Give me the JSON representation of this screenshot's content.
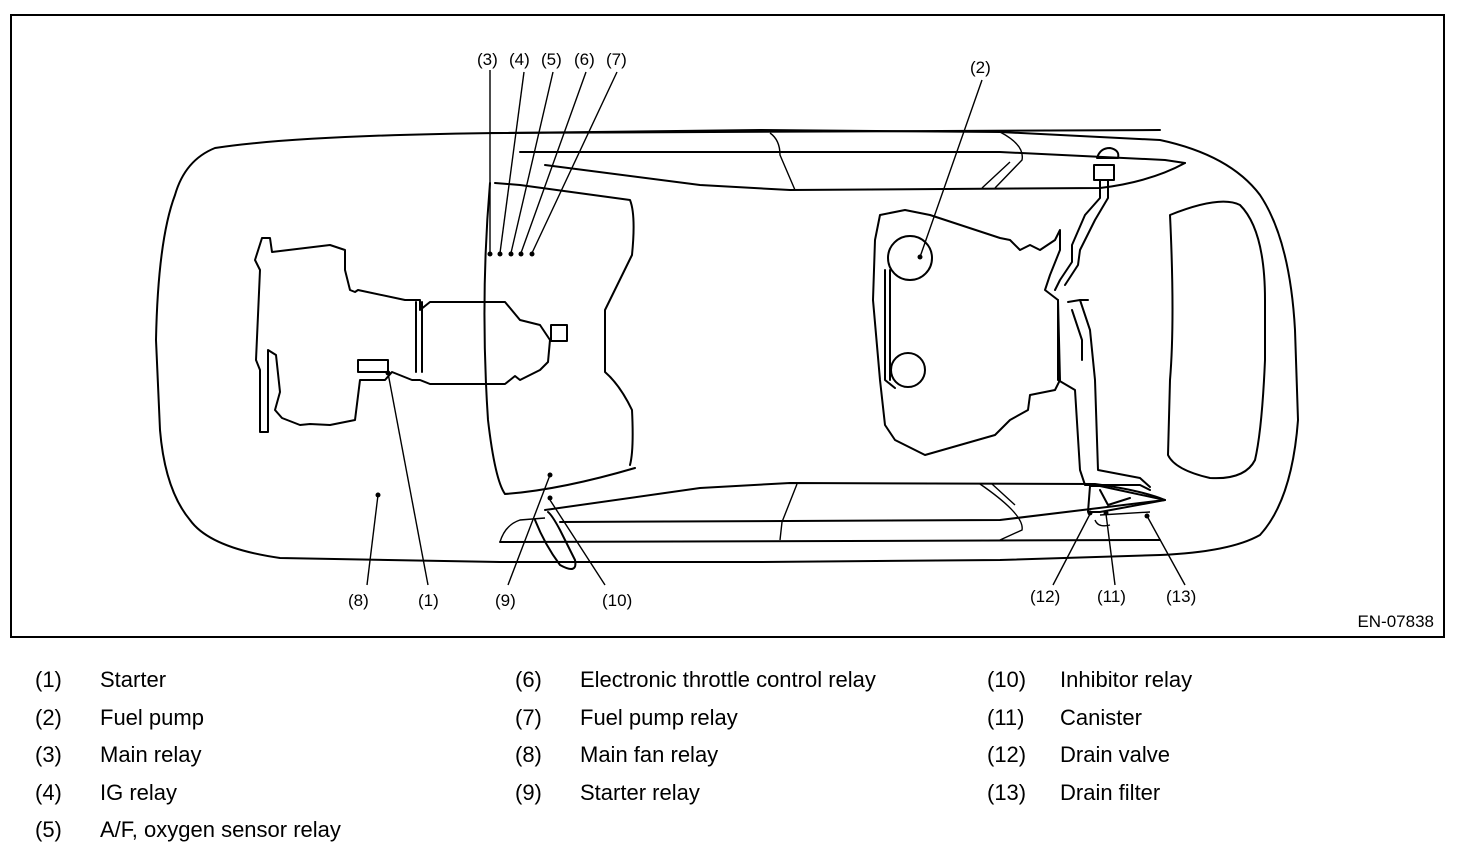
{
  "figure_id": "EN-07838",
  "callouts": [
    {
      "num": "(1)",
      "name": "starter"
    },
    {
      "num": "(2)",
      "name": "fuel-pump"
    },
    {
      "num": "(3)",
      "name": "main-relay"
    },
    {
      "num": "(4)",
      "name": "ig-relay"
    },
    {
      "num": "(5)",
      "name": "af-oxygen-sensor-relay"
    },
    {
      "num": "(6)",
      "name": "electronic-throttle-control-relay"
    },
    {
      "num": "(7)",
      "name": "fuel-pump-relay"
    },
    {
      "num": "(8)",
      "name": "main-fan-relay"
    },
    {
      "num": "(9)",
      "name": "starter-relay"
    },
    {
      "num": "(10)",
      "name": "inhibitor-relay"
    },
    {
      "num": "(11)",
      "name": "canister"
    },
    {
      "num": "(12)",
      "name": "drain-valve"
    },
    {
      "num": "(13)",
      "name": "drain-filter"
    }
  ],
  "legend": {
    "col1": [
      {
        "num": "(1)",
        "label": "Starter"
      },
      {
        "num": "(2)",
        "label": "Fuel pump"
      },
      {
        "num": "(3)",
        "label": "Main relay"
      },
      {
        "num": "(4)",
        "label": "IG relay"
      },
      {
        "num": "(5)",
        "label": "A/F, oxygen sensor relay"
      }
    ],
    "col2": [
      {
        "num": "(6)",
        "label": "Electronic throttle control relay"
      },
      {
        "num": "(7)",
        "label": "Fuel pump relay"
      },
      {
        "num": "(8)",
        "label": "Main fan relay"
      },
      {
        "num": "(9)",
        "label": "Starter relay"
      }
    ],
    "col3": [
      {
        "num": "(10)",
        "label": "Inhibitor relay"
      },
      {
        "num": "(11)",
        "label": "Canister"
      },
      {
        "num": "(12)",
        "label": "Drain valve"
      },
      {
        "num": "(13)",
        "label": "Drain filter"
      }
    ]
  }
}
